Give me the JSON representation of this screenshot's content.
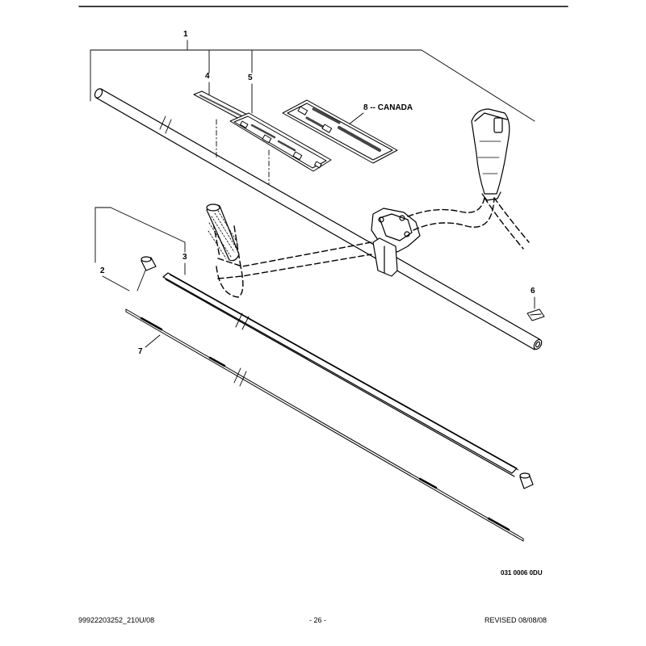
{
  "callouts": {
    "c1": "1",
    "c2": "2",
    "c3": "3",
    "c4": "4",
    "c5": "5",
    "c6": "6",
    "c7": "7",
    "c8": "8 -- CANADA"
  },
  "figure_code": "031 0006 0DU",
  "footer": {
    "left": "99922203252_210U/08",
    "center": "- 26 -",
    "right": "REVISED 08/08/08"
  }
}
